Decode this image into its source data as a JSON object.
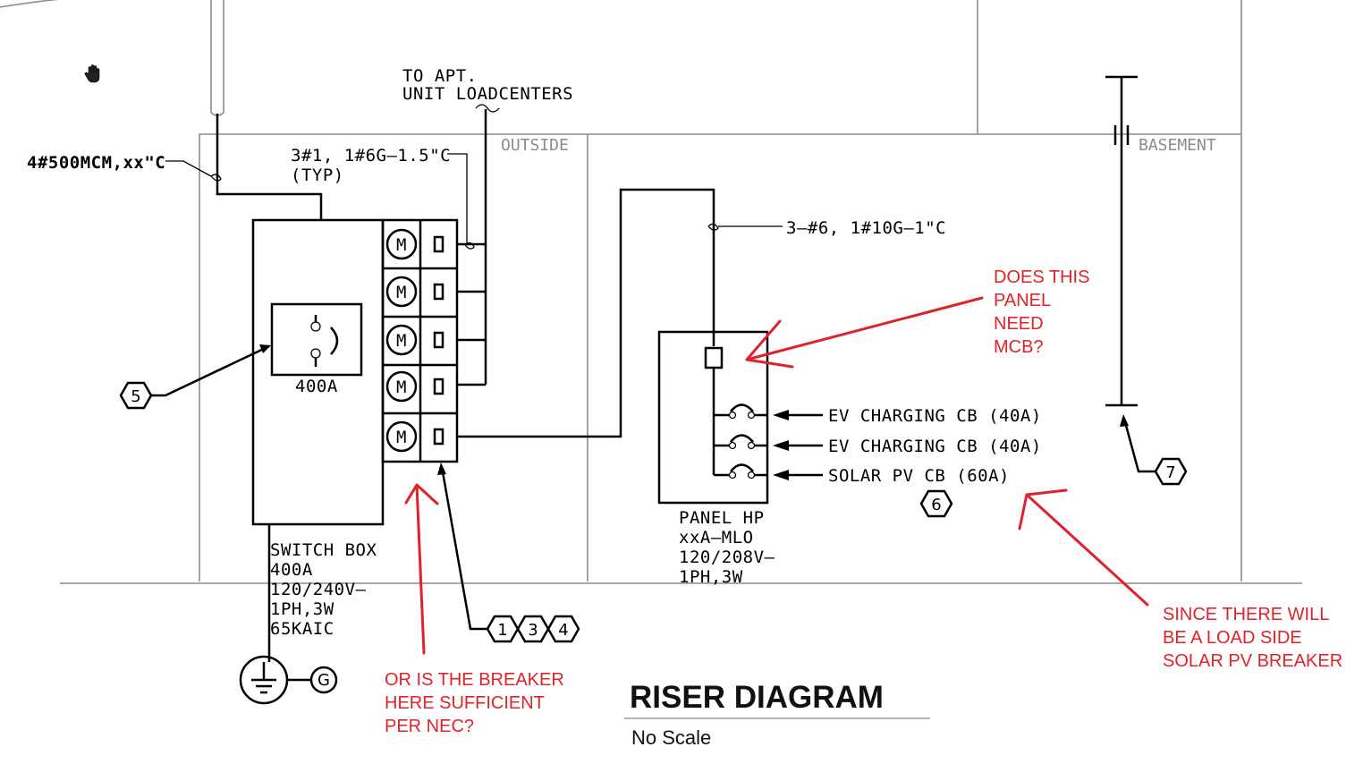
{
  "labels": {
    "to_apt": "TO APT.",
    "unit_loadcenters": "UNIT LOADCENTERS",
    "outside": "OUTSIDE",
    "basement": "BASEMENT",
    "service_conductors": "4#500MCM,xx\"C",
    "branch_conductors_1": "3#1, 1#6G–1.5\"C",
    "branch_conductors_2": "(TYP)",
    "hp_feeder": "3–#6, 1#10G–1\"C",
    "main_breaker": "400A",
    "meter_symbol": "M",
    "ground_tag": "G"
  },
  "switch_box": {
    "line1": "SWITCH BOX",
    "line2": "400A",
    "line3": "120/240V–",
    "line4": "1PH,3W",
    "line5": "65KAIC"
  },
  "panel_hp": {
    "line1": "PANEL HP",
    "line2": "xxA–MLO",
    "line3": "120/208V–",
    "line4": "1PH,3W"
  },
  "breakers": [
    "EV CHARGING CB (40A)",
    "EV CHARGING CB (40A)",
    "SOLAR PV CB (60A)"
  ],
  "keynotes": {
    "k5": "5",
    "k1": "1",
    "k3": "3",
    "k4": "4",
    "k6": "6",
    "k7": "7"
  },
  "annotations": {
    "mcb_question": [
      "DOES THIS",
      "PANEL",
      "NEED",
      "MCB?"
    ],
    "breaker_question": [
      "OR IS THE BREAKER",
      "HERE SUFFICIENT",
      "PER NEC?"
    ],
    "load_side": [
      "SINCE THERE WILL",
      "BE A LOAD SIDE",
      "SOLAR PV BREAKER"
    ]
  },
  "title": {
    "main": "RISER DIAGRAM",
    "scale": "No Scale"
  },
  "colors": {
    "linework": "#000000",
    "boundary": "#8c8c8c",
    "markup": "#e0222a"
  }
}
